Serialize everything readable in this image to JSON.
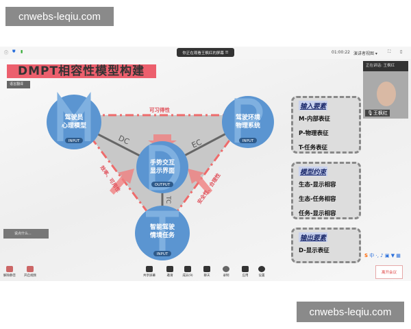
{
  "watermark": {
    "text": "cnwebs-leqiu.com"
  },
  "topbar": {
    "banner": "你正在观看王枫红的屏幕",
    "time": "01:00:22",
    "view": "演讲者视图"
  },
  "slide": {
    "title": "DMPT相容性模型构建",
    "nodes": {
      "m": {
        "letter": "M",
        "label1": "驾驶员",
        "label2": "心理模型",
        "tag": "INPUT"
      },
      "p": {
        "letter": "P",
        "label1": "驾驶环境",
        "label2": "物理系统",
        "tag": "INPUT"
      },
      "d": {
        "letter": "D",
        "label1": "手势交互",
        "label2": "显示界面",
        "tag": "OUTPUT"
      },
      "t": {
        "letter": "T",
        "label1": "智能驾驶",
        "label2": "情境任务",
        "tag": "INPUT"
      }
    },
    "links": {
      "dc": "DC",
      "ec": "EC",
      "tc": "TC"
    },
    "edges": {
      "top": "可习得性",
      "left": "效率、可用性",
      "right": "安全性、合理性"
    },
    "boxes": [
      {
        "heading": "输入要素",
        "items": [
          "M-内部表征",
          "P-物理表征",
          "T-任务表征"
        ]
      },
      {
        "heading": "模型约束",
        "items": [
          "生态-显示相容",
          "生态-任务相容",
          "任务-显示相容"
        ]
      },
      {
        "heading": "输出要素",
        "items": [
          "D-显示表征"
        ]
      }
    ]
  },
  "video": {
    "speaking": "正在讲话: 王枫红",
    "name": "王枫红"
  },
  "subtitle_hint": "说点什么...",
  "speaker_tag": "语言翻译",
  "toolbar": {
    "mute": "解除静音",
    "video": "开启视频",
    "share": "共享屏幕",
    "invite": "邀请",
    "members": "成员(9)",
    "chat": "聊天",
    "record": "录制",
    "apps": "应用",
    "settings": "设置",
    "leave": "离开会议"
  },
  "colors": {
    "accent_red": "#ec5f6d",
    "circle_blue": "#5b95d1",
    "title_navy": "#1c2a6b"
  }
}
